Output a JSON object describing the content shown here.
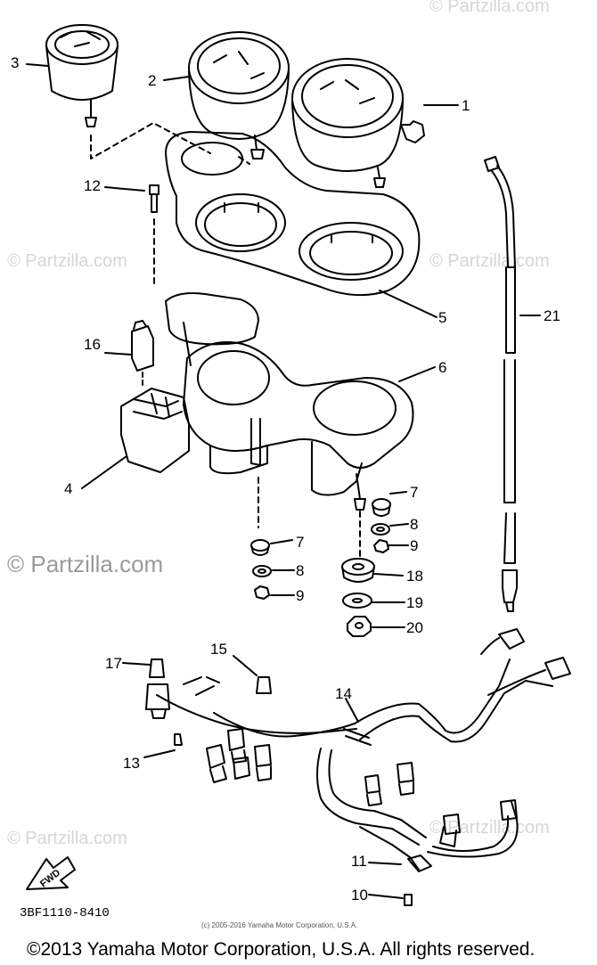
{
  "watermark": "© Partzilla.com",
  "callouts": [
    "1",
    "2",
    "3",
    "4",
    "5",
    "6",
    "7",
    "8",
    "9",
    "10",
    "11",
    "12",
    "13",
    "14",
    "15",
    "16",
    "17",
    "18",
    "19",
    "20",
    "21"
  ],
  "diagram_code": "3BF1110-8410",
  "fwd_label": "FWD",
  "copyright_small": "(c) 2005-2016 Yamaha Motor Corporation, U.S.A.",
  "copyright_main": "©2013 Yamaha Motor Corporation, U.S.A. All rights reserved."
}
